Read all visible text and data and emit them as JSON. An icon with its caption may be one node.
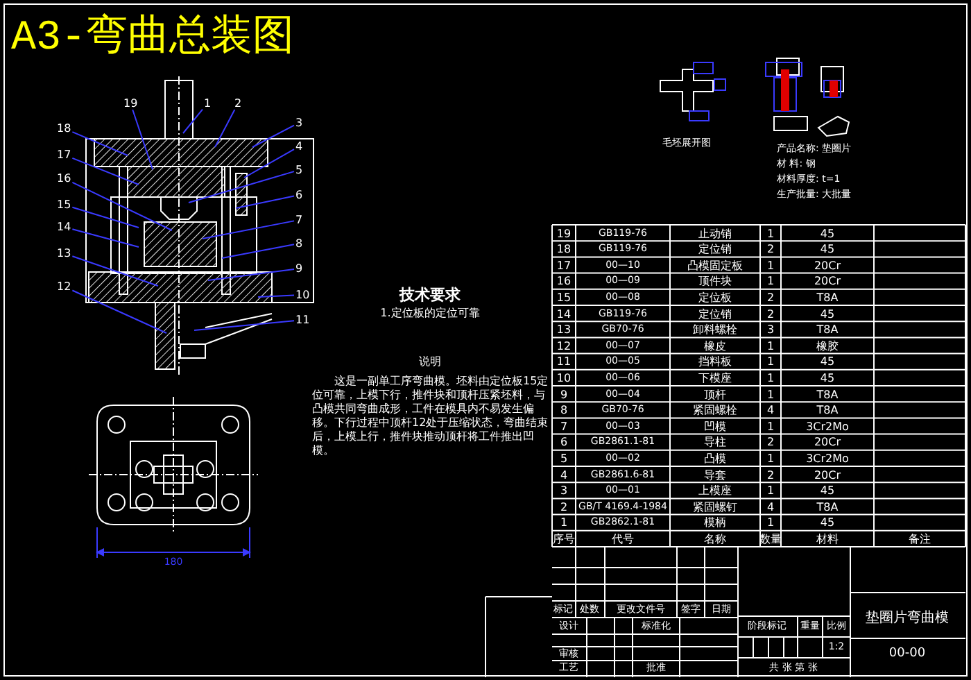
{
  "diagram": {
    "title": "A3-弯曲总装图",
    "nodes": [
      {
        "text": [
          "1"
        ]
      },
      {
        "text": [
          "2"
        ]
      },
      {
        "text": [
          "3"
        ]
      },
      {
        "text": [
          "4"
        ]
      },
      {
        "text": [
          "5"
        ]
      },
      {
        "text": [
          "6"
        ]
      },
      {
        "text": [
          "7"
        ]
      },
      {
        "text": [
          "8"
        ]
      },
      {
        "text": [
          "9"
        ]
      },
      {
        "text": [
          "10"
        ]
      },
      {
        "text": [
          "11"
        ]
      },
      {
        "text": [
          "12"
        ]
      },
      {
        "text": [
          "13"
        ]
      },
      {
        "text": [
          "14"
        ]
      },
      {
        "text": [
          "15"
        ]
      },
      {
        "text": [
          "16"
        ]
      },
      {
        "text": [
          "17"
        ]
      },
      {
        "text": [
          "18"
        ]
      },
      {
        "text": [
          "19"
        ]
      }
    ],
    "edges": [
      {
        "from": 0,
        "to": null,
        "arrow": "none"
      },
      {
        "from": 1,
        "to": null,
        "arrow": "none"
      },
      {
        "from": 2,
        "to": null,
        "arrow": "none"
      },
      {
        "from": 3,
        "to": null,
        "arrow": "none"
      },
      {
        "from": 4,
        "to": null,
        "arrow": "none"
      },
      {
        "from": 5,
        "to": null,
        "arrow": "none"
      },
      {
        "from": 6,
        "to": null,
        "arrow": "none"
      },
      {
        "from": 7,
        "to": null,
        "arrow": "none"
      },
      {
        "from": 8,
        "to": null,
        "arrow": "none"
      },
      {
        "from": 9,
        "to": null,
        "arrow": "none"
      },
      {
        "from": 10,
        "to": null,
        "arrow": "none"
      },
      {
        "from": 11,
        "to": null,
        "arrow": "none"
      },
      {
        "from": 12,
        "to": null,
        "arrow": "none"
      },
      {
        "from": 13,
        "to": null,
        "arrow": "none"
      },
      {
        "from": 14,
        "to": null,
        "arrow": "none"
      },
      {
        "from": 15,
        "to": null,
        "arrow": "none"
      },
      {
        "from": 16,
        "to": null,
        "arrow": "none"
      },
      {
        "from": 17,
        "to": null,
        "arrow": "none"
      },
      {
        "from": 18,
        "to": null,
        "arrow": "none"
      }
    ],
    "labels": [
      "毛坯展开图",
      "产品名称: 垫圈片",
      "材 料: 钢",
      "材料厚度: t=1",
      "生产批量: 大批量",
      "技术要求",
      "1.定位板的定位可靠",
      "说明",
      "这是一副单工序弯曲模。坯料由定位板15定位可靠，上模下行，推件块和顶杆压紧坯料，与凸模共同弯曲成形，工件在模具内不易发生偏移。下行过程中顶杆12处于压缩状态，弯曲结束后，上模上行，推件块推动顶杆将工件推出凹模。",
      "19",
      "GB119-76",
      "止动销",
      "1",
      "45",
      "18",
      "GB119-76",
      "定位销",
      "2",
      "45",
      "17",
      "00—10",
      "凸模固定板",
      "1",
      "20Cr",
      "16",
      "00—09",
      "顶件块",
      "1",
      "20Cr",
      "15",
      "00—08",
      "定位板",
      "2",
      "T8A",
      "14",
      "GB119-76",
      "定位销",
      "2",
      "45",
      "13",
      "GB70-76",
      "卸料螺栓",
      "3",
      "T8A",
      "12",
      "00—07",
      "橡皮",
      "1",
      "橡胶",
      "11",
      "00—05",
      "挡料板",
      "1",
      "45",
      "10",
      "00—06",
      "下模座",
      "1",
      "45",
      "9",
      "00—04",
      "顶杆",
      "1",
      "T8A",
      "8",
      "GB70-76",
      "紧固螺栓",
      "4",
      "T8A",
      "7",
      "00—03",
      "凹模",
      "1",
      "3Cr2Mo",
      "6",
      "GB2861.1-81",
      "导柱",
      "2",
      "20Cr",
      "5",
      "00—02",
      "凸模",
      "1",
      "3Cr2Mo",
      "4",
      "GB2861.6-81",
      "导套",
      "2",
      "20Cr",
      "3",
      "00—01",
      "上模座",
      "1",
      "45",
      "2",
      "GB/T 4169.4-1984",
      "紧固螺钉",
      "4",
      "T8A",
      "1",
      "GB2862.1-81",
      "模柄",
      "1",
      "45",
      "序号",
      "代号",
      "名称",
      "数量",
      "材料",
      "备注",
      "标记",
      "处数",
      "更改文件号",
      "签字",
      "日期",
      "设计",
      "标准化",
      "审核",
      "工艺",
      "批准",
      "阶段标记",
      "重量",
      "比例",
      "1:2",
      "共 张 第 张",
      "垫圈片弯曲模",
      "00-00",
      "180"
    ]
  }
}
